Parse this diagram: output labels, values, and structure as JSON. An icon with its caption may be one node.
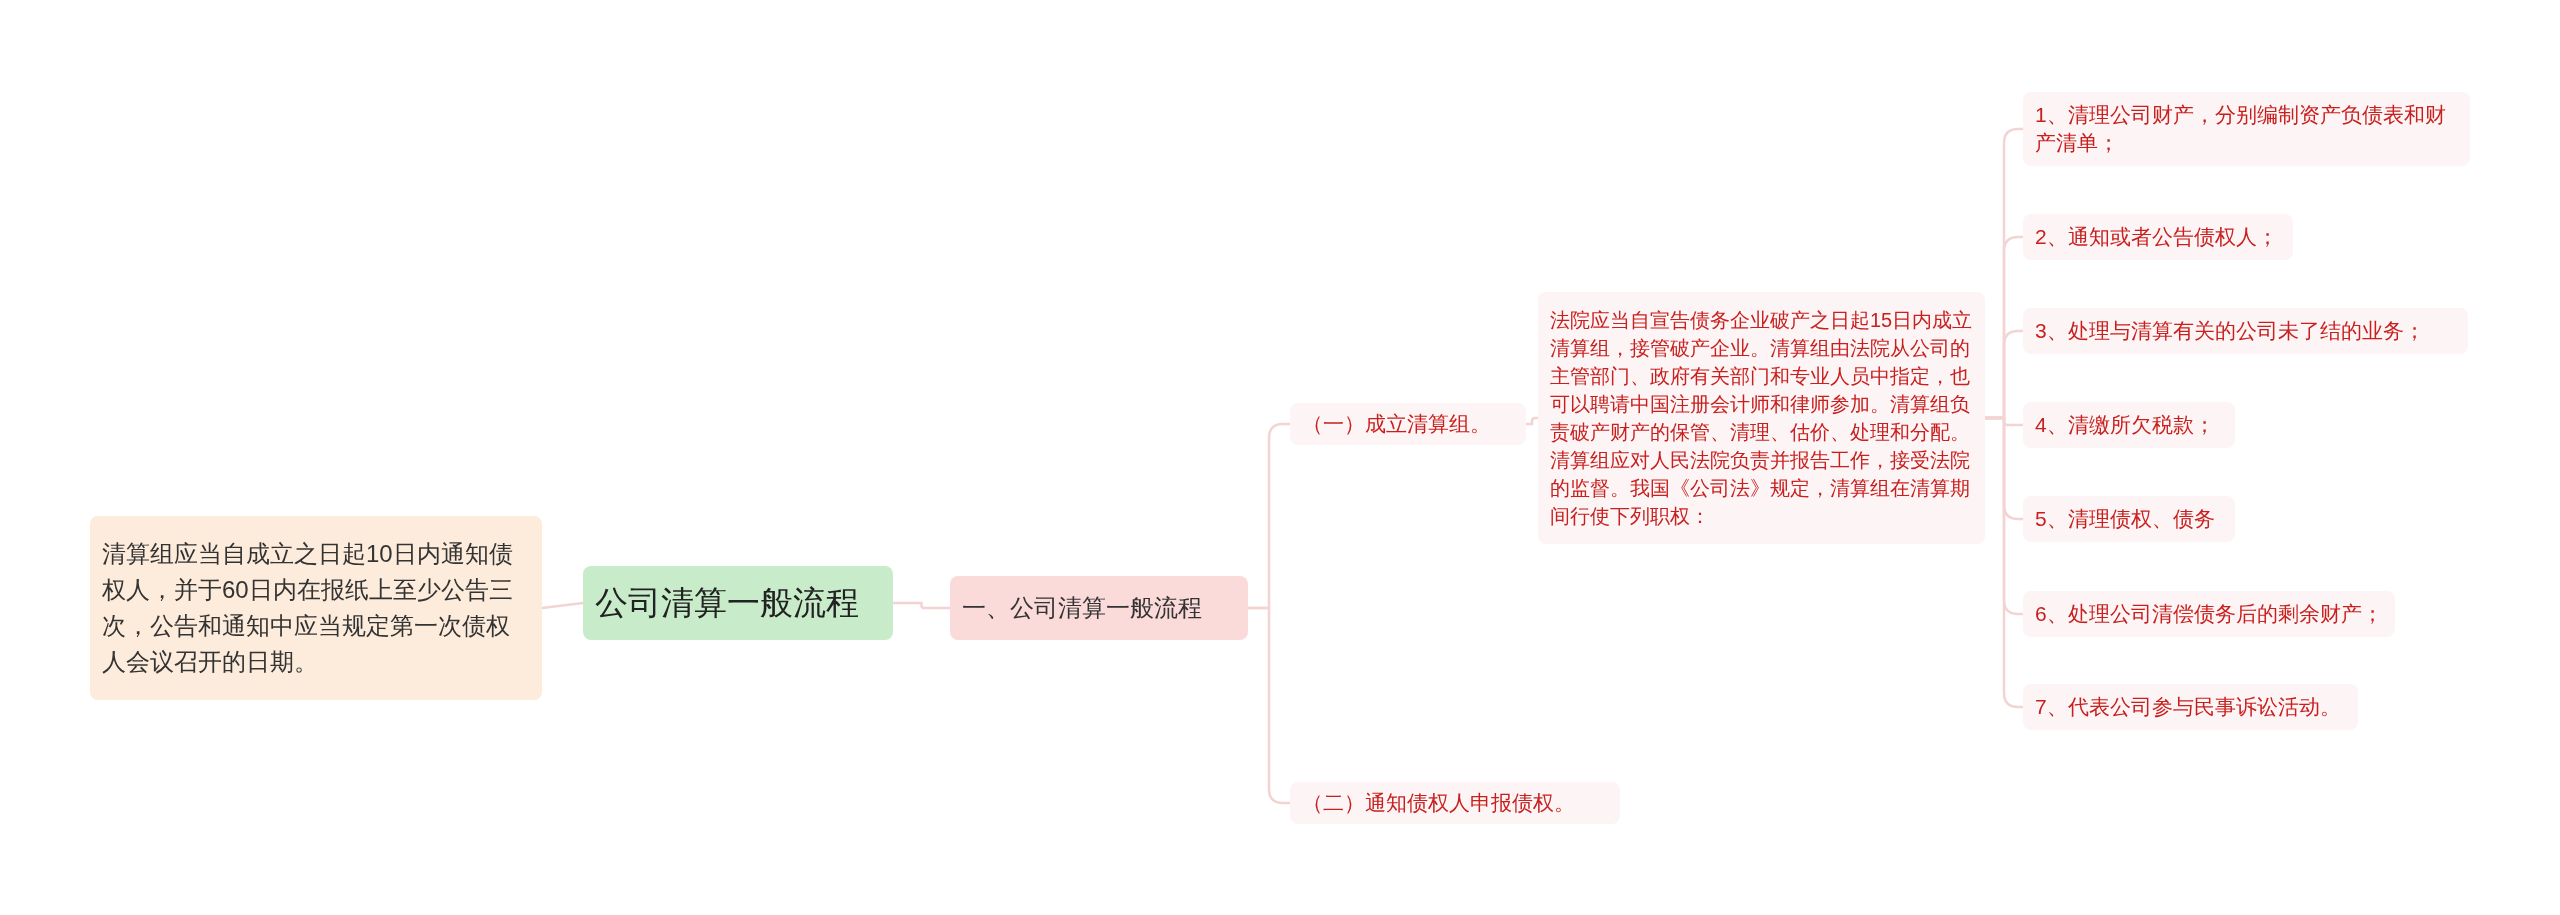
{
  "diagram": {
    "nodes": [
      {
        "text": [
          "清算组应当自成立之日起10日内通知债权人，并于60日内在报纸上至少公告三次，公告和通知中应当规定第一次债权人会议召开的日期。"
        ]
      },
      {
        "text": [
          "公司清算一般流程"
        ]
      },
      {
        "text": [
          "一、公司清算一般流程"
        ]
      },
      {
        "text": [
          "（一）成立清算组。"
        ]
      },
      {
        "text": [
          "法院应当自宣告债务企业破产之日起15日内成立清算组，接管破产企业。清算组由法院从公司的主管部门、政府有关部门和专业人员中指定，也可以聘请中国注册会计师和律师参加。清算组负责破产财产的保管、清理、估价、处理和分配。清算组应对人民法院负责并报告工作，接受法院的监督。我国《公司法》规定，清算组在清算期间行使下列职权："
        ]
      },
      {
        "text": [
          "1、清理公司财产，分别编制资产负债表和财产清单；"
        ]
      },
      {
        "text": [
          "2、通知或者公告债权人；"
        ]
      },
      {
        "text": [
          "3、处理与清算有关的公司未了结的业务；"
        ]
      },
      {
        "text": [
          "4、清缴所欠税款；"
        ]
      },
      {
        "text": [
          "5、清理债权、债务"
        ]
      },
      {
        "text": [
          "6、处理公司清偿债务后的剩余财产；"
        ]
      },
      {
        "text": [
          "7、代表公司参与民事诉讼活动。"
        ]
      },
      {
        "text": [
          "（二）通知债权人申报债权。"
        ]
      }
    ],
    "edges": [
      {
        "from": 1,
        "to": 0,
        "arrow": "none"
      },
      {
        "from": 1,
        "to": 2,
        "arrow": "none"
      },
      {
        "from": 2,
        "to": 3,
        "arrow": "none"
      },
      {
        "from": 2,
        "to": 12,
        "arrow": "none"
      },
      {
        "from": 3,
        "to": 4,
        "arrow": "none"
      },
      {
        "from": 4,
        "to": 5,
        "arrow": "none"
      },
      {
        "from": 4,
        "to": 6,
        "arrow": "none"
      },
      {
        "from": 4,
        "to": 7,
        "arrow": "none"
      },
      {
        "from": 4,
        "to": 8,
        "arrow": "none"
      },
      {
        "from": 4,
        "to": 9,
        "arrow": "none"
      },
      {
        "from": 4,
        "to": 10,
        "arrow": "none"
      },
      {
        "from": 4,
        "to": 11,
        "arrow": "none"
      }
    ]
  }
}
